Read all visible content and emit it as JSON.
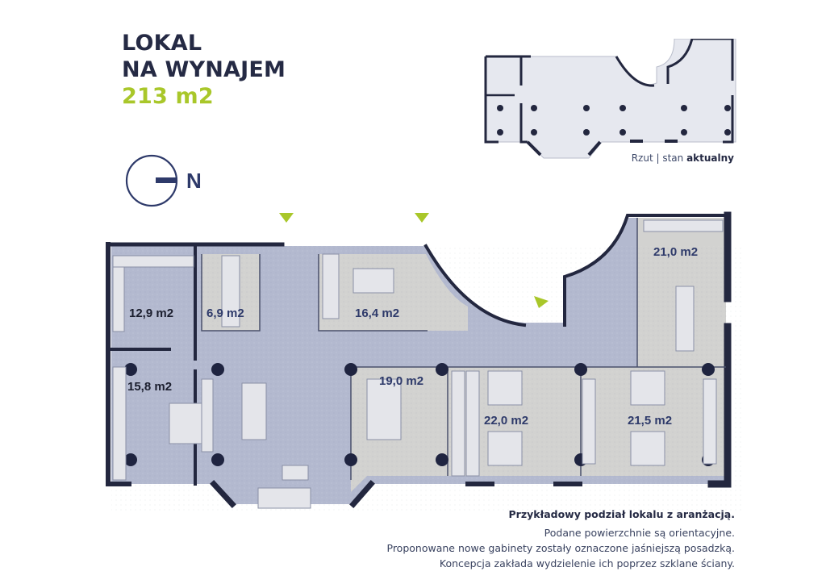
{
  "header": {
    "line1": "LOKAL",
    "line2": "NA WYNAJEM",
    "area": "213 m2"
  },
  "compass": {
    "icon": "north-arrow-icon",
    "label": "N"
  },
  "mini_plan": {
    "caption_prefix": "Rzut | stan ",
    "caption_bold": "aktualny"
  },
  "floor_plan": {
    "rooms": [
      {
        "id": "room-a",
        "label": "12,9 m2",
        "style": "dark"
      },
      {
        "id": "room-b",
        "label": "6,9 m2",
        "style": "blue"
      },
      {
        "id": "room-c",
        "label": "16,4 m2",
        "style": "blue"
      },
      {
        "id": "room-d",
        "label": "21,0 m2",
        "style": "blue"
      },
      {
        "id": "room-e",
        "label": "15,8 m2",
        "style": "dark"
      },
      {
        "id": "room-f",
        "label": "19,0 m2",
        "style": "blue"
      },
      {
        "id": "room-g",
        "label": "22,0 m2",
        "style": "blue"
      },
      {
        "id": "room-h",
        "label": "21,5 m2",
        "style": "blue"
      }
    ],
    "entrance_markers": 3
  },
  "notes": {
    "heading": "Przykładowy podział lokalu z aranżacją.",
    "lines": [
      "Podane powierzchnie są orientacyjne.",
      "Proponowane nowe gabinety zostały oznaczone jaśniejszą posadzką.",
      "Koncepcja zakłada wydzielenie ich poprzez szklane ściany."
    ]
  },
  "colors": {
    "navy": "#252a44",
    "lime": "#a9c72a",
    "floor_blue": "#b3b9cf",
    "floor_gray": "#d2d2d0",
    "wall": "#23273f"
  }
}
